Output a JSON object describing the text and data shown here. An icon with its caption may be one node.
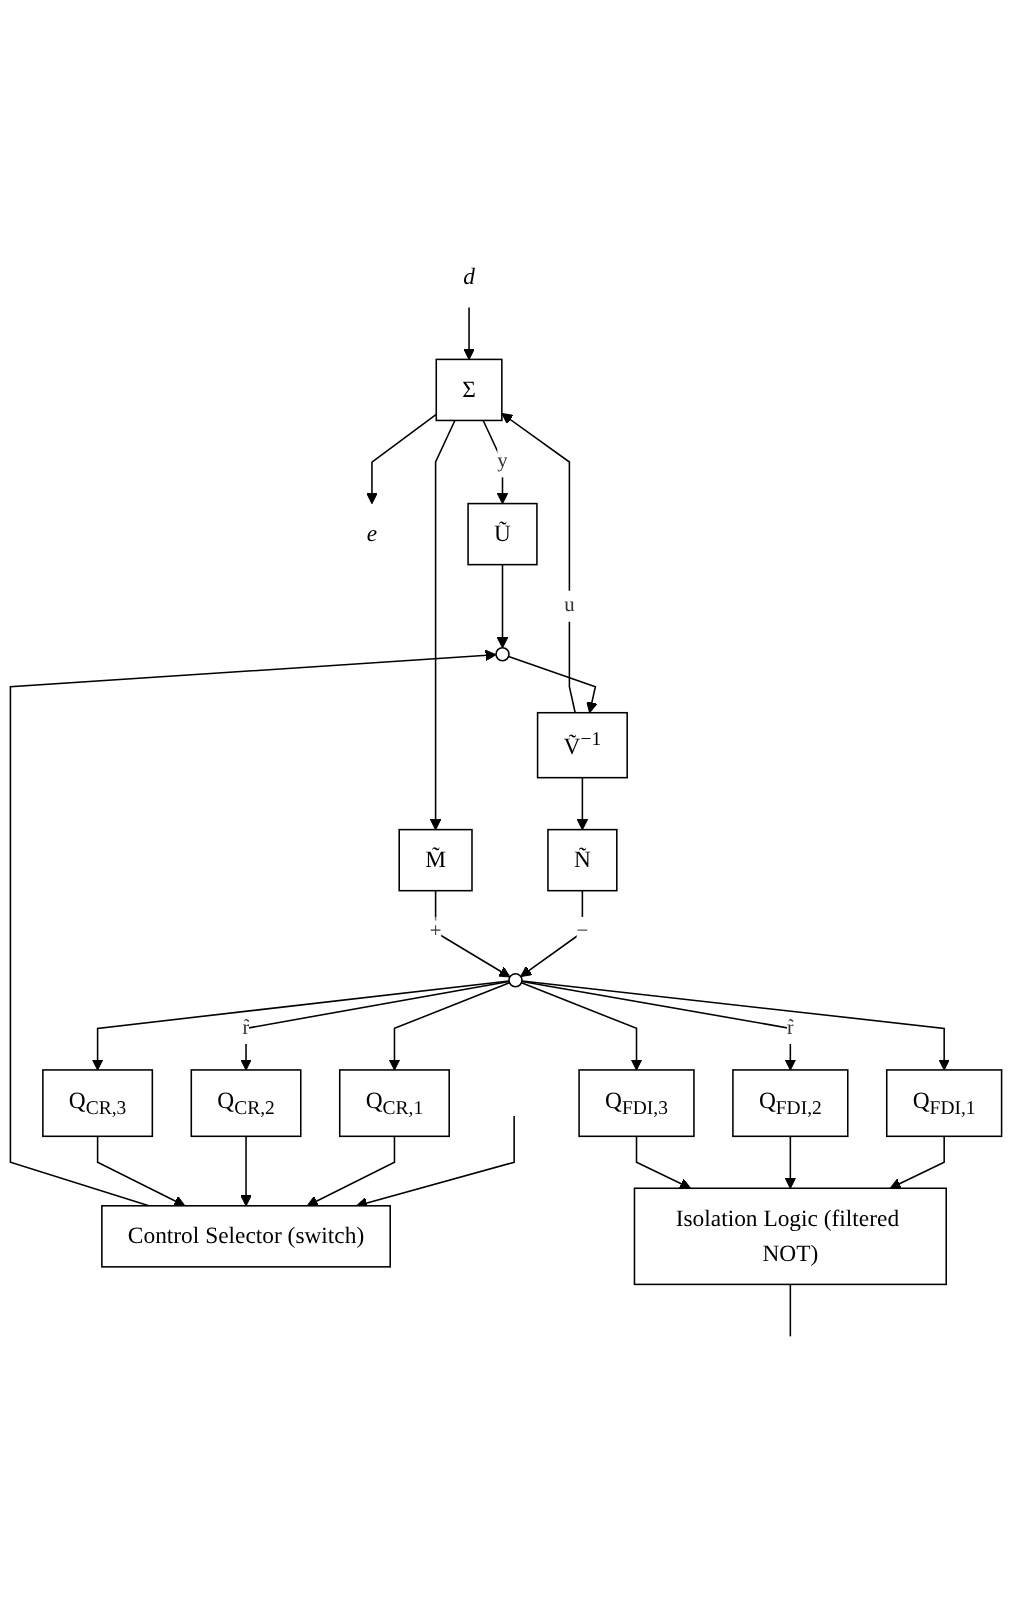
{
  "diagram": {
    "nodes": [
      {
        "text": [
          "d"
        ]
      },
      {
        "text": [
          "Σ"
        ]
      },
      {
        "text": [
          "e"
        ]
      },
      {
        "text": [
          "Ṽ$^{−1}$"
        ]
      },
      {
        "text": [],
        "shape": "circle"
      },
      {
        "text": [
          "Ũ"
        ]
      },
      {
        "text": [
          "Control Selector (switch)"
        ]
      },
      {
        "text": [
          "Q$_{CR,1}$"
        ]
      },
      {
        "text": [
          "Q$_{CR,2}$"
        ]
      },
      {
        "text": [
          "Q$_{CR,3}$"
        ]
      },
      {
        "text": [
          "Ñ"
        ]
      },
      {
        "text": [],
        "shape": "circle"
      },
      {
        "text": [
          "M̃"
        ]
      },
      {
        "text": [
          "Q$_{FDI,1}$"
        ]
      },
      {
        "text": [
          "Q$_{FDI,2}$"
        ]
      },
      {
        "text": [
          "Q$_{FDI,3}$"
        ]
      },
      {
        "text": [
          "Isolation Logic (filtered NOT)"
        ]
      }
    ],
    "edges": [
      {
        "from": 0,
        "to": 1,
        "arrow": "to"
      },
      {
        "from": 1,
        "to": 2,
        "arrow": "to"
      },
      {
        "from": 3,
        "to": 1,
        "arrow": "to",
        "label": "u"
      },
      {
        "from": 1,
        "to": 5,
        "arrow": "to",
        "label": "y"
      },
      {
        "from": 1,
        "to": 12,
        "arrow": "to"
      },
      {
        "from": 5,
        "to": 4,
        "arrow": "to"
      },
      {
        "from": 4,
        "to": 3,
        "arrow": "to"
      },
      {
        "from": 6,
        "to": 4,
        "arrow": "to"
      },
      {
        "from": null,
        "to": 6,
        "arrow": "to"
      },
      {
        "from": 7,
        "to": 6,
        "arrow": "to"
      },
      {
        "from": 8,
        "to": 6,
        "arrow": "to"
      },
      {
        "from": 9,
        "to": 6,
        "arrow": "to"
      },
      {
        "from": 11,
        "to": 7,
        "arrow": "to"
      },
      {
        "from": 11,
        "to": 8,
        "arrow": "to",
        "label": "r̃"
      },
      {
        "from": 11,
        "to": 9,
        "arrow": "to"
      },
      {
        "from": 3,
        "to": 10,
        "arrow": "to"
      },
      {
        "from": 10,
        "to": 11,
        "arrow": "to",
        "label": "−"
      },
      {
        "from": 12,
        "to": 11,
        "arrow": "to",
        "label": "+"
      },
      {
        "from": 11,
        "to": 13,
        "arrow": "to"
      },
      {
        "from": 11,
        "to": 14,
        "arrow": "to",
        "label": "r̃"
      },
      {
        "from": 11,
        "to": 15,
        "arrow": "to"
      },
      {
        "from": 13,
        "to": 16,
        "arrow": "to"
      },
      {
        "from": 14,
        "to": 16,
        "arrow": "to"
      },
      {
        "from": 15,
        "to": 16,
        "arrow": "to"
      },
      {
        "from": 16,
        "to": null,
        "arrow": "none"
      }
    ]
  }
}
